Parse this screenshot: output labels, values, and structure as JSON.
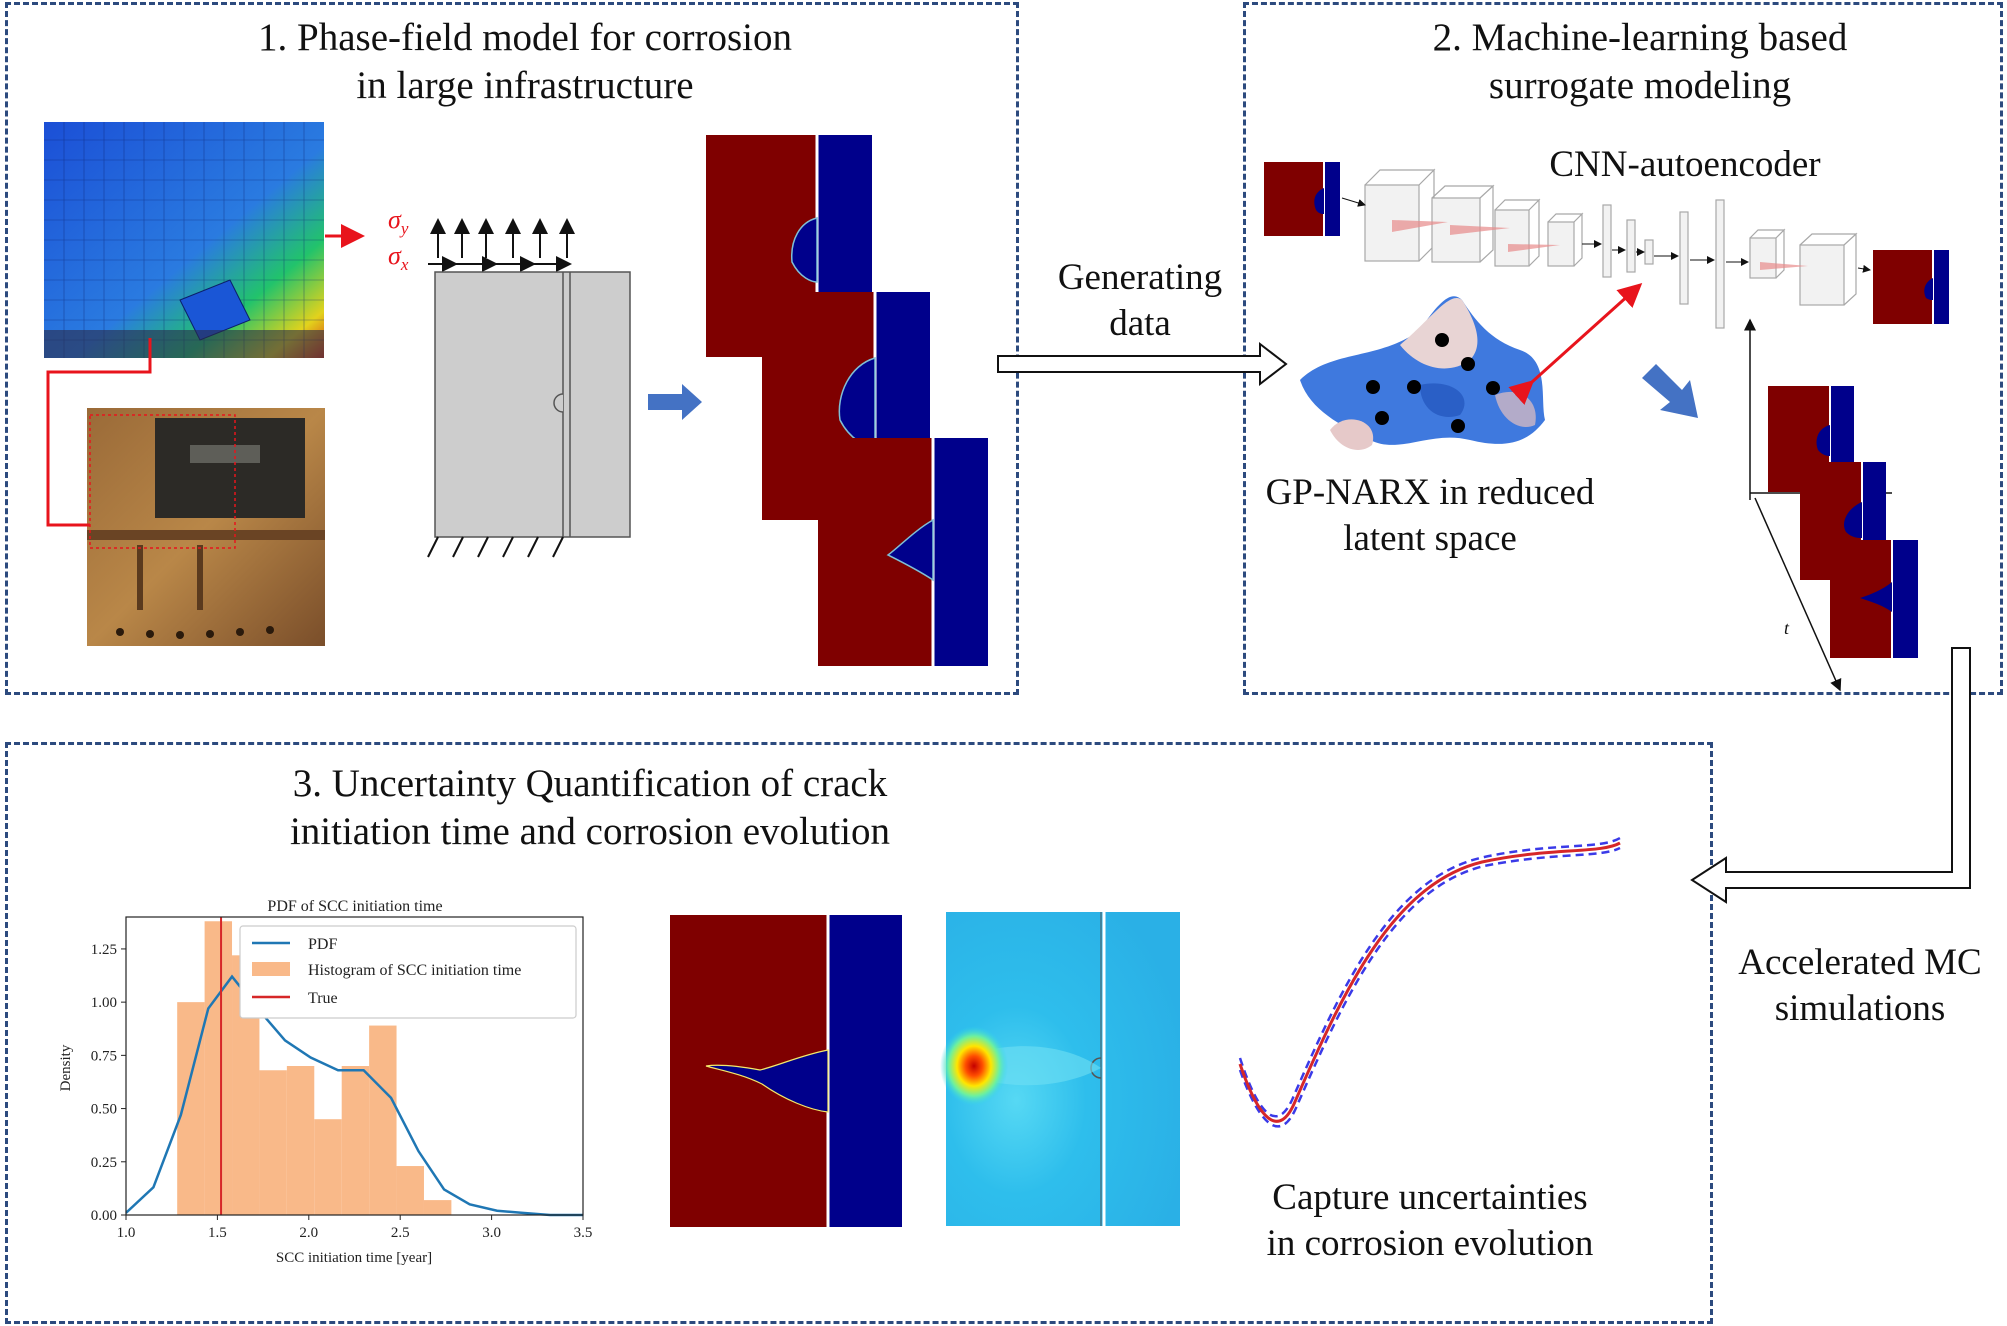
{
  "panels": {
    "p1": {
      "title_line1": "1. Phase-field model for corrosion",
      "title_line2": "in large infrastructure"
    },
    "p2": {
      "title_line1": "2. Machine-learning based",
      "title_line2": "surrogate modeling"
    },
    "p3": {
      "title_line1": "3. Uncertainty Quantification of crack",
      "title_line2": "initiation time and corrosion evolution"
    }
  },
  "labels": {
    "generating_1": "Generating",
    "generating_2": "data",
    "cnn": "CNN-autoencoder",
    "gp_1": "GP-NARX in reduced",
    "gp_2": "latent space",
    "accel_1": "Accelerated MC",
    "accel_2": "simulations",
    "capture_1": "Capture uncertainties",
    "capture_2": "in corrosion evolution",
    "sigma_y": "σ",
    "sigma_y_sub": "y",
    "sigma_x": "σ",
    "sigma_x_sub": "x",
    "time_axis": "t"
  },
  "colors": {
    "panel_border": "#2c4a7e",
    "corrosion_red": "#7f0000",
    "solution_blue": "#00008b",
    "arrow_blue": "#4472c4",
    "stress_red": "#e8141c",
    "pdf_line": "#1f77b4",
    "hist_fill": "#f9b989",
    "true_line": "#d62728"
  },
  "chart_data": {
    "type": "bar",
    "title": "PDF of SCC initiation time",
    "xlabel": "SCC initiation time [year]",
    "ylabel": "Density",
    "xlim": [
      1.0,
      3.5
    ],
    "ylim": [
      0.0,
      1.4
    ],
    "xticks": [
      1.0,
      1.5,
      2.0,
      2.5,
      3.0,
      3.5
    ],
    "yticks": [
      0.0,
      0.25,
      0.5,
      0.75,
      1.0,
      1.25
    ],
    "xtick_labels": [
      "1.0",
      "1.5",
      "2.0",
      "2.5",
      "3.0",
      "3.5"
    ],
    "ytick_labels": [
      "0.00",
      "0.25",
      "0.50",
      "0.75",
      "1.00",
      "1.25"
    ],
    "legend": {
      "placement": "top-right",
      "entries": [
        "PDF",
        "Histogram of SCC initiation time",
        "True"
      ]
    },
    "histogram": {
      "name": "Histogram of SCC initiation time",
      "bin_edges": [
        1.28,
        1.43,
        1.58,
        1.73,
        1.88,
        2.03,
        2.18,
        2.33,
        2.48,
        2.63,
        2.78
      ],
      "values": [
        1.0,
        1.38,
        1.22,
        0.68,
        0.7,
        0.45,
        0.7,
        0.89,
        0.23,
        0.07
      ]
    },
    "pdf": {
      "name": "PDF",
      "x": [
        1.0,
        1.15,
        1.3,
        1.45,
        1.58,
        1.72,
        1.87,
        2.01,
        2.16,
        2.3,
        2.45,
        2.6,
        2.74,
        2.88,
        3.03,
        3.17,
        3.32,
        3.5
      ],
      "y": [
        0.01,
        0.13,
        0.47,
        0.97,
        1.12,
        0.97,
        0.82,
        0.74,
        0.68,
        0.68,
        0.55,
        0.3,
        0.12,
        0.05,
        0.02,
        0.01,
        0.0,
        0.0
      ]
    },
    "true_value": {
      "name": "True",
      "x": 1.52
    }
  }
}
